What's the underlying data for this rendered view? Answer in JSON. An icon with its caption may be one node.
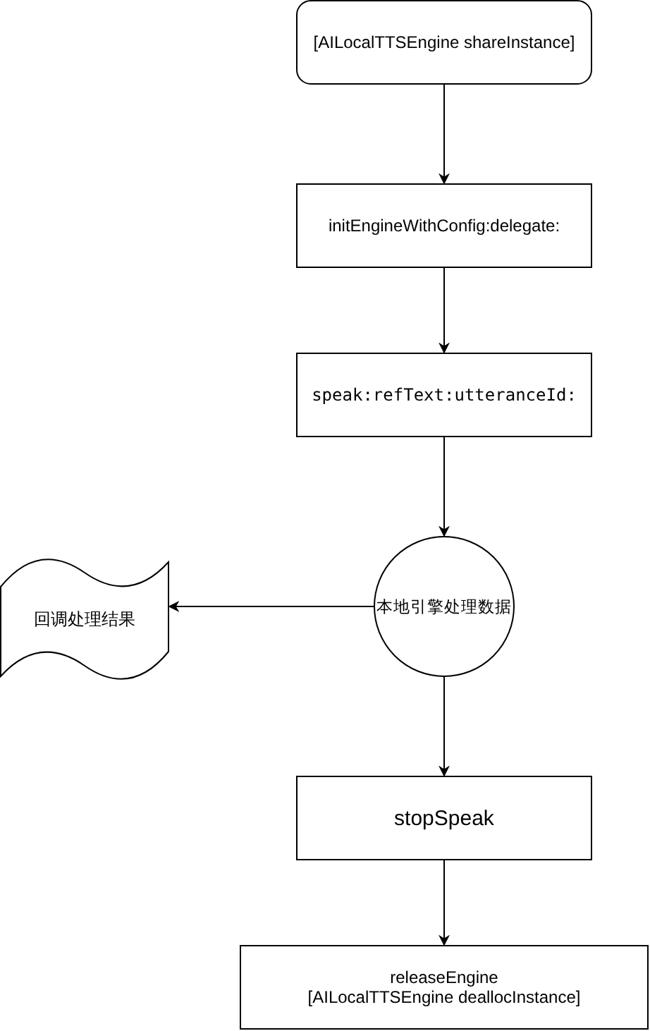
{
  "diagram": {
    "nodes": [
      {
        "text": [
          "[AILocalTTSEngine shareInstance]"
        ]
      },
      {
        "text": [
          "initEngineWithConfig:delegate:"
        ]
      },
      {
        "text": [
          "speak:refText:utteranceId:"
        ]
      },
      {
        "text": [
          "本地引擎处理数据"
        ]
      },
      {
        "text": [
          "回调处理结果"
        ]
      },
      {
        "text": [
          "stopSpeak"
        ]
      },
      {
        "text": [
          "releaseEngine [AILocalTTSEngine deallocInstance]"
        ]
      }
    ],
    "edges": [
      {
        "from": 0,
        "to": 1,
        "arrow": "to"
      },
      {
        "from": 1,
        "to": 2,
        "arrow": "to"
      },
      {
        "from": 2,
        "to": 3,
        "arrow": "to"
      },
      {
        "from": 3,
        "to": 4,
        "arrow": "to"
      },
      {
        "from": 3,
        "to": 5,
        "arrow": "to"
      },
      {
        "from": 5,
        "to": 6,
        "arrow": "to"
      }
    ]
  }
}
